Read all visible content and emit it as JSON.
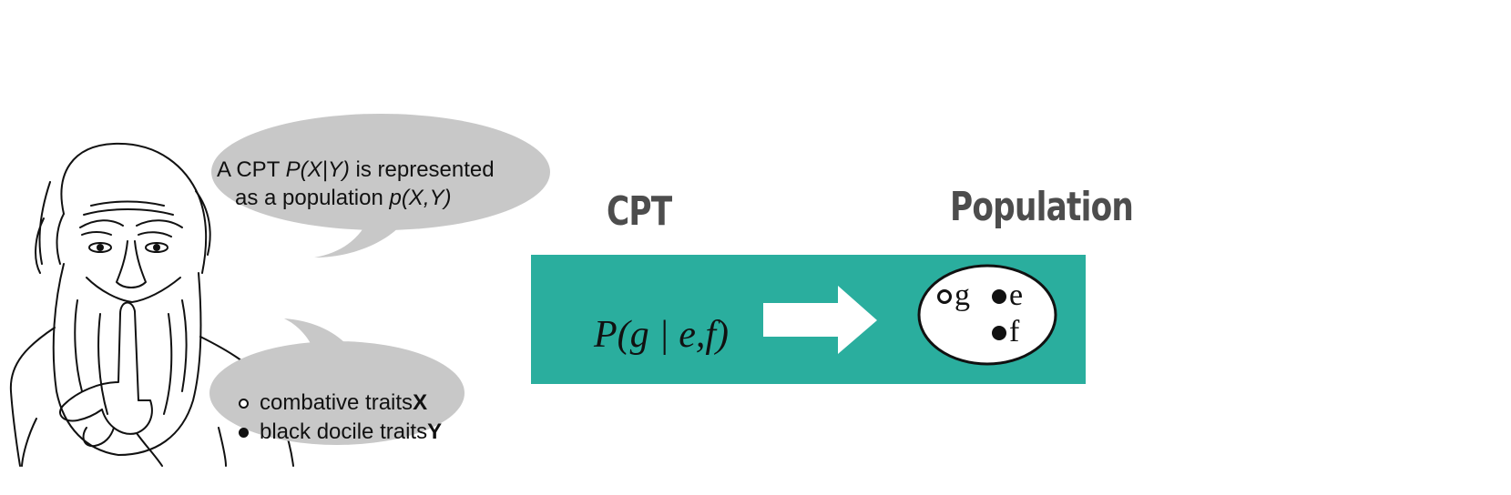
{
  "speech_bubble_top": {
    "line1_prefix": "A CPT ",
    "line1_expr": "P(X|Y)",
    "line1_suffix": " is represented",
    "line2_prefix": "as a population ",
    "line2_expr": "p(X,Y)"
  },
  "speech_bubble_bottom": {
    "items": [
      {
        "marker": "open-circle",
        "text": "combative traits ",
        "variable": "X"
      },
      {
        "marker": "filled-circle",
        "text": "black docile traits ",
        "variable": "Y"
      }
    ]
  },
  "diagram": {
    "cpt_heading": "CPT",
    "population_heading": "Population",
    "formula": "P(g | e,f)",
    "population_members": [
      {
        "marker": "open-circle",
        "label": "g"
      },
      {
        "marker": "filled-circle",
        "label": "e"
      },
      {
        "marker": "filled-circle",
        "label": "f"
      }
    ]
  },
  "colors": {
    "panel": "#2aae9e",
    "bubble": "#c8c8c8",
    "heading": "#4d4d4d",
    "ink": "#111111"
  }
}
